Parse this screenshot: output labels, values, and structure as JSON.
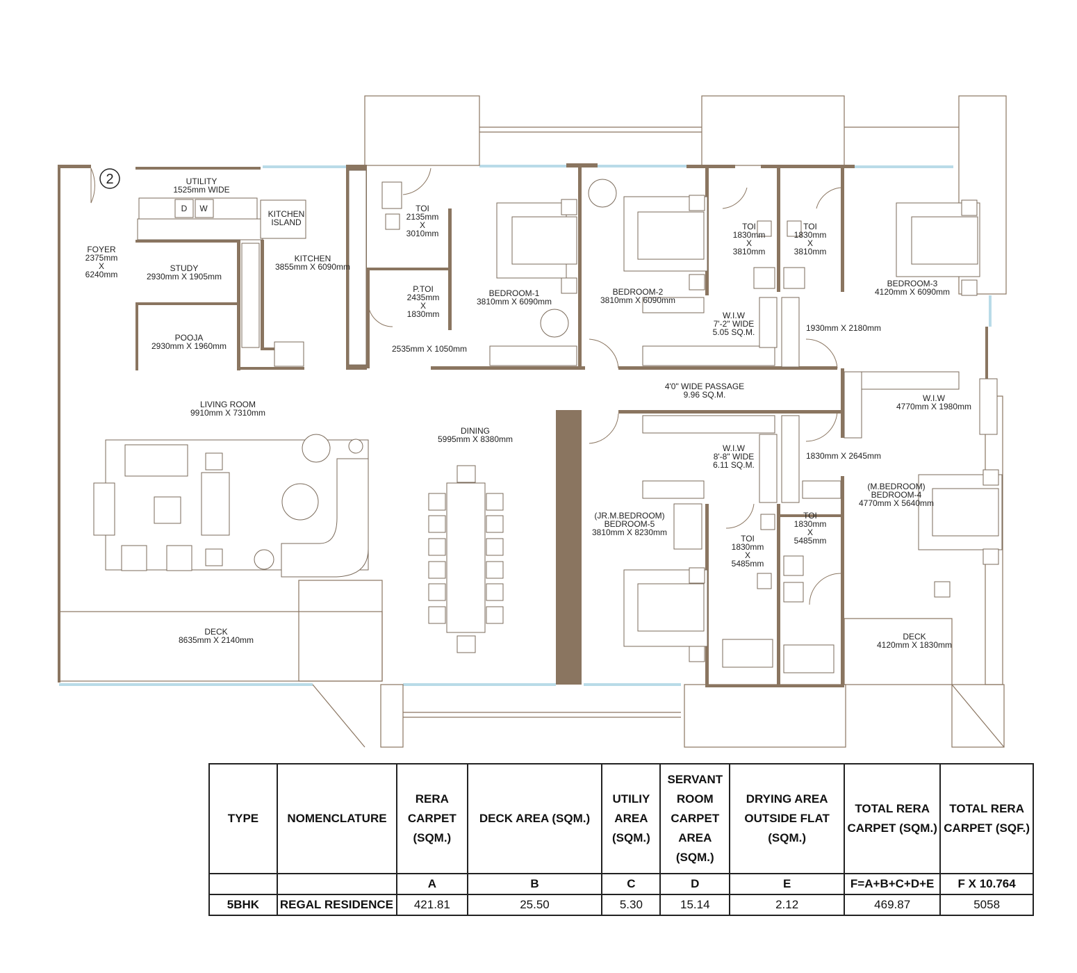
{
  "plan": {
    "tower_badge": "2",
    "rooms": [
      {
        "id": "utility",
        "lines": [
          "UTILITY",
          "1525mm WIDE"
        ]
      },
      {
        "id": "appl-d",
        "lines": [
          "D"
        ]
      },
      {
        "id": "appl-w",
        "lines": [
          "W"
        ]
      },
      {
        "id": "kitchen-island",
        "lines": [
          "KITCHEN",
          "ISLAND"
        ]
      },
      {
        "id": "foyer",
        "lines": [
          "FOYER",
          "2375mm",
          "X",
          "6240mm"
        ]
      },
      {
        "id": "kitchen",
        "lines": [
          "KITCHEN",
          "3855mm X 6090mm"
        ]
      },
      {
        "id": "study",
        "lines": [
          "STUDY",
          "2930mm X 1905mm"
        ]
      },
      {
        "id": "pooja",
        "lines": [
          "POOJA",
          "2930mm X 1960mm"
        ]
      },
      {
        "id": "toi-1",
        "lines": [
          "TOI",
          "2135mm",
          "X",
          "3010mm"
        ]
      },
      {
        "id": "ptoi",
        "lines": [
          "P.TOI",
          "2435mm",
          "X",
          "1830mm"
        ]
      },
      {
        "id": "corridor-1",
        "lines": [
          "2535mm X 1050mm"
        ]
      },
      {
        "id": "bedroom-1",
        "lines": [
          "BEDROOM-1",
          "3810mm X 6090mm"
        ]
      },
      {
        "id": "bedroom-2",
        "lines": [
          "BEDROOM-2",
          "3810mm X 6090mm"
        ]
      },
      {
        "id": "toi-2",
        "lines": [
          "TOI",
          "1830mm",
          "X",
          "3810mm"
        ]
      },
      {
        "id": "toi-3",
        "lines": [
          "TOI",
          "1830mm",
          "X",
          "3810mm"
        ]
      },
      {
        "id": "bedroom-3",
        "lines": [
          "BEDROOM-3",
          "4120mm X 6090mm"
        ]
      },
      {
        "id": "wiw-1",
        "lines": [
          "W.I.W",
          "7'-2\" WIDE",
          "5.05 SQ.M."
        ]
      },
      {
        "id": "lobby-1",
        "lines": [
          "1930mm X 2180mm"
        ]
      },
      {
        "id": "passage",
        "lines": [
          "4'0\" WIDE PASSAGE",
          "9.96 SQ.M."
        ]
      },
      {
        "id": "living",
        "lines": [
          "LIVING ROOM",
          "9910mm X 7310mm"
        ]
      },
      {
        "id": "dining",
        "lines": [
          "DINING",
          "5995mm X 8380mm"
        ]
      },
      {
        "id": "wiw-2",
        "lines": [
          "W.I.W",
          "4770mm X 1980mm"
        ]
      },
      {
        "id": "wiw-3",
        "lines": [
          "W.I.W",
          "8'-8\" WIDE",
          "6.11 SQ.M."
        ]
      },
      {
        "id": "lobby-2",
        "lines": [
          "1830mm X 2645mm"
        ]
      },
      {
        "id": "bedroom-5",
        "lines": [
          "(JR.M.BEDROOM)",
          "BEDROOM-5",
          "3810mm X 8230mm"
        ]
      },
      {
        "id": "toi-4",
        "lines": [
          "TOI",
          "1830mm",
          "X",
          "5485mm"
        ]
      },
      {
        "id": "toi-5",
        "lines": [
          "TOI",
          "1830mm",
          "X",
          "5485mm"
        ]
      },
      {
        "id": "bedroom-4",
        "lines": [
          "(M.BEDROOM)",
          "BEDROOM-4",
          "4770mm X 5640mm"
        ]
      },
      {
        "id": "deck-1",
        "lines": [
          "DECK",
          "8635mm X 2140mm"
        ]
      },
      {
        "id": "deck-2",
        "lines": [
          "DECK",
          "4120mm X 1830mm"
        ]
      }
    ]
  },
  "table": {
    "headers": [
      "TYPE",
      "NOMENCLATURE",
      "RERA CARPET (SQM.)",
      "DECK AREA (SQM.)",
      "UTILIY AREA (SQM.)",
      "SERVANT ROOM CARPET AREA (SQM.)",
      "DRYING AREA OUTSIDE FLAT (SQM.)",
      "TOTAL RERA CARPET (SQM.)",
      "TOTAL RERA CARPET (SQF.)"
    ],
    "letters": [
      "",
      "",
      "A",
      "B",
      "C",
      "D",
      "E",
      "F=A+B+C+D+E",
      "F X 10.764"
    ],
    "rows": [
      [
        "5BHK",
        "REGAL RESIDENCE",
        "421.81",
        "25.50",
        "5.30",
        "15.14",
        "2.12",
        "469.87",
        "5058"
      ]
    ]
  }
}
